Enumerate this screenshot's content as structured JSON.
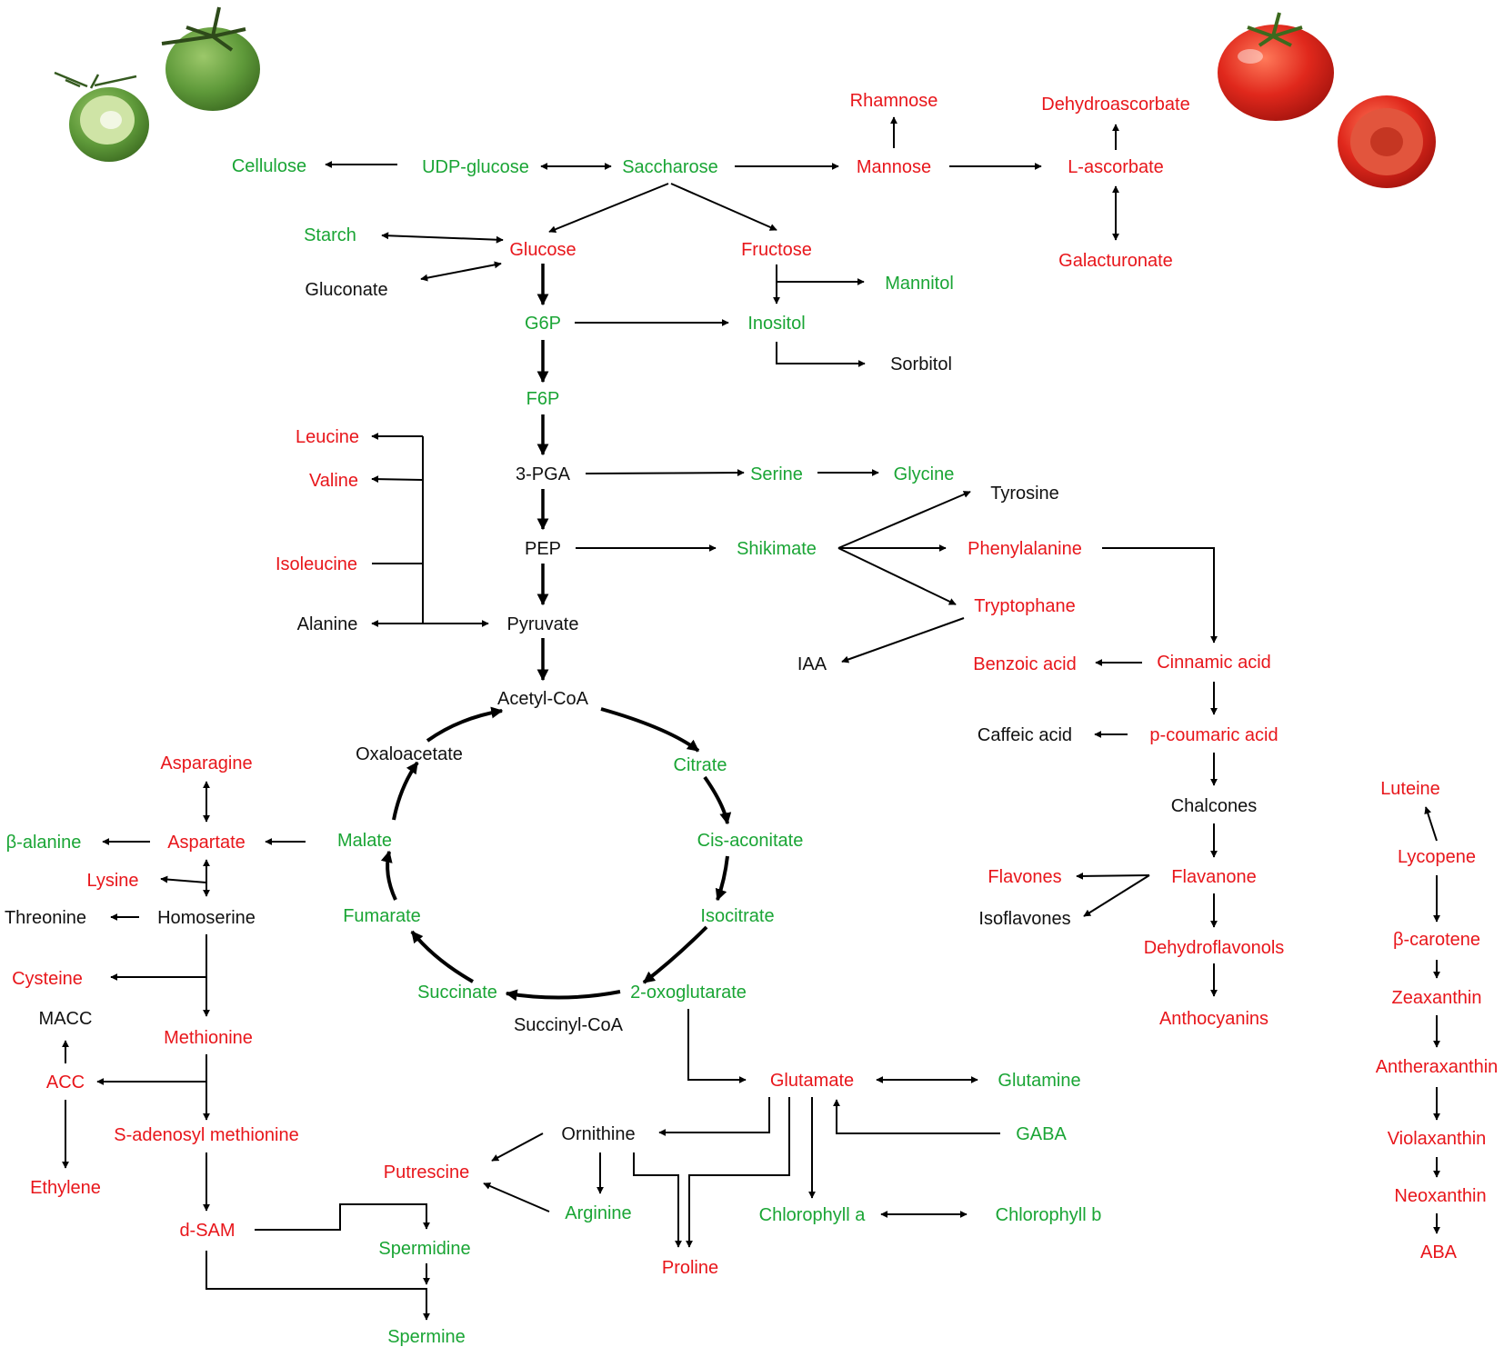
{
  "colors": {
    "green": "#1aa535",
    "red": "#e8161b",
    "black": "#111111",
    "unripe_tomato": "#5f9a3a",
    "ripe_tomato": "#d42a1f"
  },
  "nodes": {
    "cellulose": {
      "label": "Cellulose",
      "color": "green"
    },
    "udp_glucose": {
      "label": "UDP-glucose",
      "color": "green"
    },
    "saccharose": {
      "label": "Saccharose",
      "color": "green"
    },
    "mannose": {
      "label": "Mannose",
      "color": "red"
    },
    "rhamnose": {
      "label": "Rhamnose",
      "color": "red"
    },
    "l_ascorbate": {
      "label": "L-ascorbate",
      "color": "red"
    },
    "dehydroascorbate": {
      "label": "Dehydroascorbate",
      "color": "red"
    },
    "galacturonate": {
      "label": "Galacturonate",
      "color": "red"
    },
    "starch": {
      "label": "Starch",
      "color": "green"
    },
    "gluconate": {
      "label": "Gluconate",
      "color": "black"
    },
    "glucose": {
      "label": "Glucose",
      "color": "red"
    },
    "fructose": {
      "label": "Fructose",
      "color": "red"
    },
    "mannitol": {
      "label": "Mannitol",
      "color": "green"
    },
    "g6p": {
      "label": "G6P",
      "color": "green"
    },
    "inositol": {
      "label": "Inositol",
      "color": "green"
    },
    "sorbitol": {
      "label": "Sorbitol",
      "color": "black"
    },
    "f6p": {
      "label": "F6P",
      "color": "green"
    },
    "leucine": {
      "label": "Leucine",
      "color": "red"
    },
    "valine": {
      "label": "Valine",
      "color": "red"
    },
    "isoleucine": {
      "label": "Isoleucine",
      "color": "red"
    },
    "alanine": {
      "label": "Alanine",
      "color": "black"
    },
    "pga3": {
      "label": "3-PGA",
      "color": "black"
    },
    "serine": {
      "label": "Serine",
      "color": "green"
    },
    "glycine": {
      "label": "Glycine",
      "color": "green"
    },
    "tyrosine": {
      "label": "Tyrosine",
      "color": "black"
    },
    "pep": {
      "label": "PEP",
      "color": "black"
    },
    "shikimate": {
      "label": "Shikimate",
      "color": "green"
    },
    "phenylalanine": {
      "label": "Phenylalanine",
      "color": "red"
    },
    "tryptophane": {
      "label": "Tryptophane",
      "color": "red"
    },
    "pyruvate": {
      "label": "Pyruvate",
      "color": "black"
    },
    "iaa": {
      "label": "IAA",
      "color": "black"
    },
    "benzoic_acid": {
      "label": "Benzoic acid",
      "color": "red"
    },
    "cinnamic_acid": {
      "label": "Cinnamic acid",
      "color": "red"
    },
    "acetyl_coa": {
      "label": "Acetyl-CoA",
      "color": "black"
    },
    "caffeic_acid": {
      "label": "Caffeic acid",
      "color": "black"
    },
    "p_coumaric_acid": {
      "label": "p-coumaric acid",
      "color": "red"
    },
    "oxaloacetate": {
      "label": "Oxaloacetate",
      "color": "black"
    },
    "citrate": {
      "label": "Citrate",
      "color": "green"
    },
    "asparagine": {
      "label": "Asparagine",
      "color": "red"
    },
    "chalcones": {
      "label": "Chalcones",
      "color": "black"
    },
    "luteine": {
      "label": "Luteine",
      "color": "red"
    },
    "beta_alanine": {
      "label": "β-alanine",
      "color": "green"
    },
    "aspartate": {
      "label": "Aspartate",
      "color": "red"
    },
    "malate": {
      "label": "Malate",
      "color": "green"
    },
    "cis_aconitate": {
      "label": "Cis-aconitate",
      "color": "green"
    },
    "lycopene": {
      "label": "Lycopene",
      "color": "red"
    },
    "lysine": {
      "label": "Lysine",
      "color": "red"
    },
    "flavones": {
      "label": "Flavones",
      "color": "red"
    },
    "flavanone": {
      "label": "Flavanone",
      "color": "red"
    },
    "threonine": {
      "label": "Threonine",
      "color": "black"
    },
    "homoserine": {
      "label": "Homoserine",
      "color": "black"
    },
    "fumarate": {
      "label": "Fumarate",
      "color": "green"
    },
    "isocitrate": {
      "label": "Isocitrate",
      "color": "green"
    },
    "isoflavones": {
      "label": "Isoflavones",
      "color": "black"
    },
    "beta_carotene": {
      "label": "β-carotene",
      "color": "red"
    },
    "dehydroflavonols": {
      "label": "Dehydroflavonols",
      "color": "red"
    },
    "cysteine": {
      "label": "Cysteine",
      "color": "red"
    },
    "succinate": {
      "label": "Succinate",
      "color": "green"
    },
    "oxoglutarate": {
      "label": "2-oxoglutarate",
      "color": "green"
    },
    "zeaxanthin": {
      "label": "Zeaxanthin",
      "color": "red"
    },
    "macc": {
      "label": "MACC",
      "color": "black"
    },
    "succinyl_coa": {
      "label": "Succinyl-CoA",
      "color": "black"
    },
    "anthocyanins": {
      "label": "Anthocyanins",
      "color": "red"
    },
    "methionine": {
      "label": "Methionine",
      "color": "red"
    },
    "antheraxanthin": {
      "label": "Antheraxanthin",
      "color": "red"
    },
    "acc": {
      "label": "ACC",
      "color": "red"
    },
    "glutamate": {
      "label": "Glutamate",
      "color": "red"
    },
    "glutamine": {
      "label": "Glutamine",
      "color": "green"
    },
    "sam": {
      "label": "S-adenosyl methionine",
      "color": "red"
    },
    "ornithine": {
      "label": "Ornithine",
      "color": "black"
    },
    "gaba": {
      "label": "GABA",
      "color": "green"
    },
    "violaxanthin": {
      "label": "Violaxanthin",
      "color": "red"
    },
    "ethylene": {
      "label": "Ethylene",
      "color": "red"
    },
    "putrescine": {
      "label": "Putrescine",
      "color": "red"
    },
    "neoxanthin": {
      "label": "Neoxanthin",
      "color": "red"
    },
    "arginine": {
      "label": "Arginine",
      "color": "green"
    },
    "chlorophyll_a": {
      "label": "Chlorophyll a",
      "color": "green"
    },
    "chlorophyll_b": {
      "label": "Chlorophyll b",
      "color": "green"
    },
    "dsam": {
      "label": "d-SAM",
      "color": "red"
    },
    "spermidine": {
      "label": "Spermidine",
      "color": "green"
    },
    "aba": {
      "label": "ABA",
      "color": "red"
    },
    "proline": {
      "label": "Proline",
      "color": "red"
    },
    "spermine": {
      "label": "Spermine",
      "color": "green"
    }
  }
}
